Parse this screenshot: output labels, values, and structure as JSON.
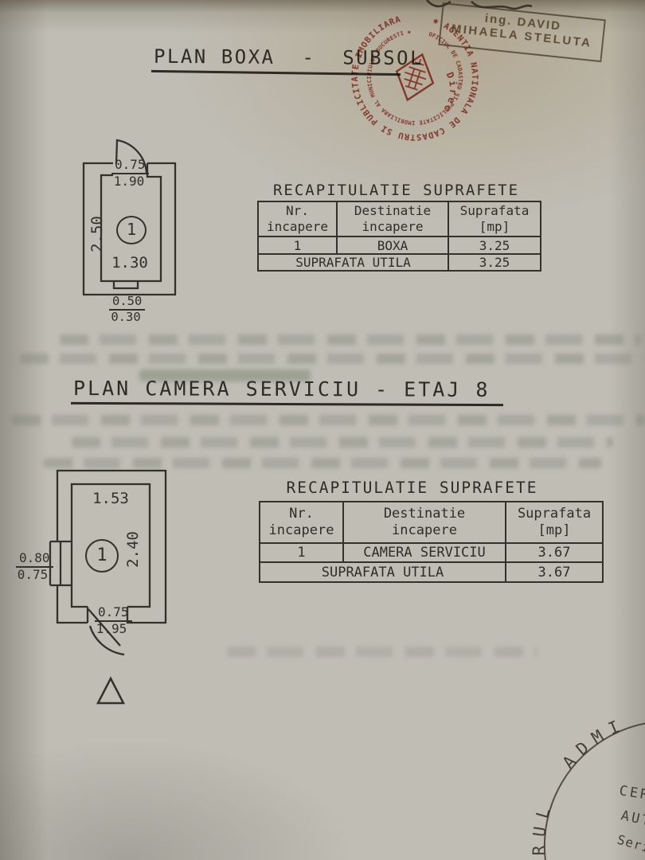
{
  "titles": {
    "plan1": "PLAN BOXA  -  SUBSOL",
    "plan2": "PLAN CAMERA SERVICIU - ETAJ 8"
  },
  "recap1": {
    "title": "RECAPITULATIE SUPRAFETE",
    "headers": {
      "c1a": "Nr.",
      "c1b": "incapere",
      "c2a": "Destinatie",
      "c2b": "incapere",
      "c3a": "Suprafata",
      "c3b": "[mp]"
    },
    "rows": [
      {
        "nr": "1",
        "dest": "BOXA",
        "sup": "3.25"
      }
    ],
    "total_label": "SUPRAFATA UTILA",
    "total_value": "3.25"
  },
  "recap2": {
    "title": "RECAPITULATIE SUPRAFETE",
    "headers": {
      "c1a": "Nr.",
      "c1b": "incapere",
      "c2a": "Destinatie",
      "c2b": "incapere",
      "c3a": "Suprafata",
      "c3b": "[mp]"
    },
    "rows": [
      {
        "nr": "1",
        "dest": "CAMERA SERVICIU",
        "sup": "3.67"
      }
    ],
    "total_label": "SUPRAFATA UTILA",
    "total_value": "3.67"
  },
  "plan1": {
    "room_no": "1",
    "door_top": "0.75",
    "door_bottom": "1.90",
    "depth": "2.50",
    "width": "1.30",
    "niche_top": "0.50",
    "niche_bottom": "0.30"
  },
  "plan2": {
    "room_no": "1",
    "top_width": "1.53",
    "depth": "2.40",
    "window_top": "0.80",
    "window_bottom": "0.75",
    "door_top": "0.75",
    "door_bottom": "1.95"
  },
  "stamps": {
    "engineer_box": {
      "line1": "ing. DAVID",
      "line2": "MIHAELA STELUTA"
    },
    "round_red": {
      "outer_ring": "✱ AGENTIA NATIONALA DE CADASTRU SI PUBLICITATE IMOBILIARA",
      "inner_ring": "OFICIUL DE CADASTRU SI PUBLICITATE IMOBILIARA AL MUNICIPIULUI BUCURESTI ✱",
      "center": "Director"
    },
    "corner": {
      "arc": "RUL ADMI",
      "line1": "CER",
      "line2": "AUT",
      "line3": "Seria"
    }
  },
  "colors": {
    "stamp_red": "#aa3528",
    "ink": "#33302a",
    "stamp_brown": "#4a3b26"
  }
}
